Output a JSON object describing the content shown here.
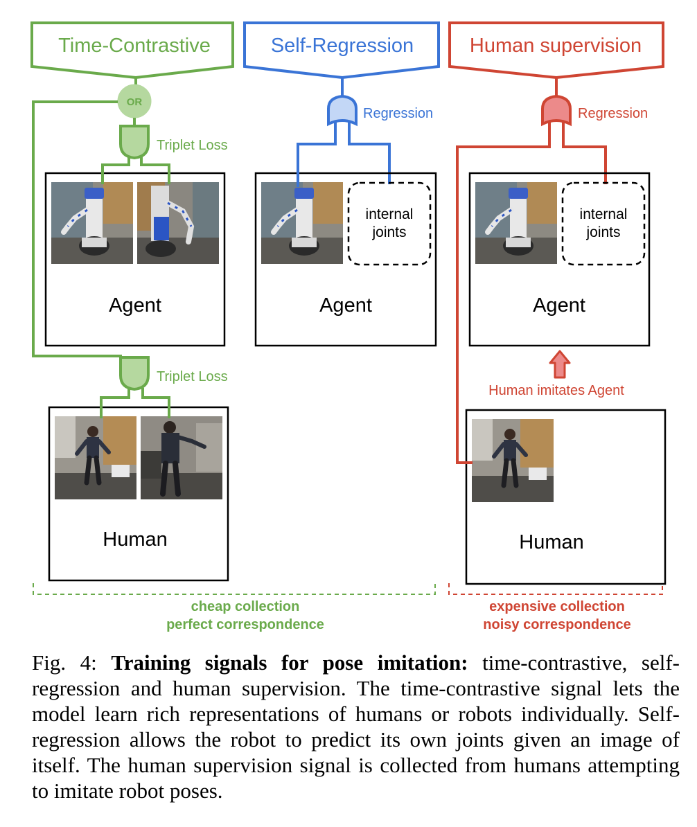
{
  "colors": {
    "green": "#6aaa4b",
    "green_fill": "#b5d89f",
    "blue": "#3a74d6",
    "blue_fill": "#c3d7f6",
    "red": "#cf4533",
    "red_fill": "#ec8a8a"
  },
  "signals": {
    "time_contrastive": {
      "title": "Time-Contrastive",
      "or_label": "OR",
      "loss_top": "Triplet Loss",
      "loss_bottom": "Triplet Loss"
    },
    "self_regression": {
      "title": "Self-Regression",
      "loss": "Regression",
      "internal_line1": "internal",
      "internal_line2": "joints"
    },
    "human_supervision": {
      "title": "Human supervision",
      "loss": "Regression",
      "internal_line1": "internal",
      "internal_line2": "joints",
      "imitate_label": "Human imitates Agent"
    }
  },
  "boxes": {
    "agent": "Agent",
    "human": "Human"
  },
  "footers": {
    "cheap_line1": "cheap collection",
    "cheap_line2": "perfect correspondence",
    "expensive_line1": "expensive collection",
    "expensive_line2": "noisy correspondence"
  },
  "caption": {
    "prefix": "Fig. 4: ",
    "bold": "Training signals for pose imitation:",
    "rest": " time-contrastive, self-regression and human supervision. The time-contrastive signal lets the model learn rich representations of humans or robots individually. Self-regression allows the robot to predict its own joints given an image of itself. The human supervision signal is collected from humans attempting to imitate robot poses."
  }
}
